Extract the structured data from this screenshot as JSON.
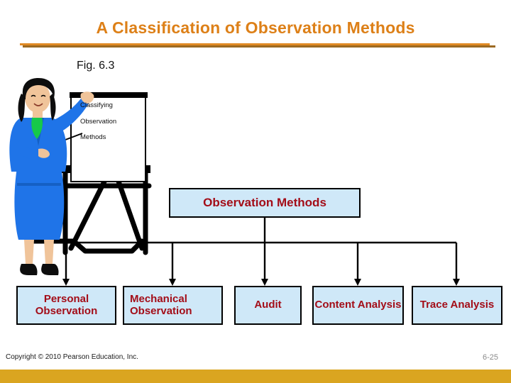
{
  "slide": {
    "title": "A Classification of Observation Methods",
    "figure_label": "Fig. 6.3",
    "accent_color": "#dd8018",
    "node_fill_color": "#cfe8f8",
    "node_text_color": "#a30d18",
    "bottom_bar_color": "#daa520"
  },
  "flipchart": {
    "line1": "Classifying",
    "line2": "Observation",
    "line3": "Methods"
  },
  "diagram": {
    "type": "hierarchy",
    "root": {
      "label": "Observation Methods"
    },
    "children": [
      {
        "label": "Personal Observation"
      },
      {
        "label": "Mechanical Observation"
      },
      {
        "label": "Audit"
      },
      {
        "label": "Content Analysis"
      },
      {
        "label": "Trace Analysis"
      }
    ]
  },
  "footer": {
    "copyright": "Copyright © 2010 Pearson Education, Inc.",
    "page_number": "6-25"
  }
}
